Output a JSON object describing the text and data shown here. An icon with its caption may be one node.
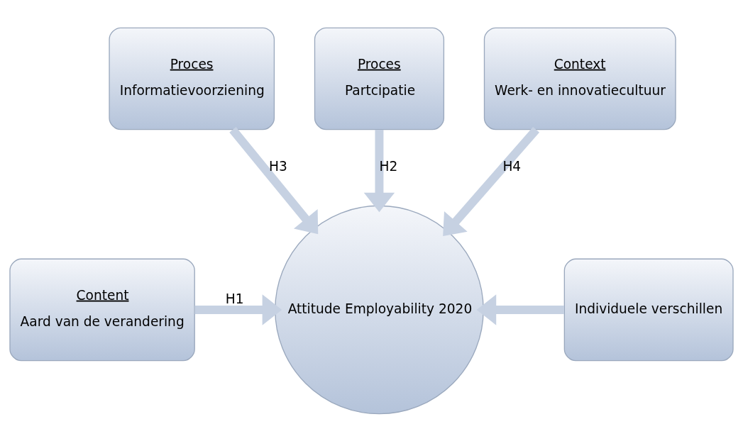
{
  "diagram": {
    "nodes": [
      {
        "text": [
          "Proces",
          "Informatievoorziening"
        ]
      },
      {
        "text": [
          "Proces",
          "Partcipatie"
        ]
      },
      {
        "text": [
          "Context",
          "Werk- en innovatiecultuur"
        ]
      },
      {
        "text": [
          "Content",
          "Aard van de verandering"
        ]
      },
      {
        "text": [
          "Attitude Employability 2020"
        ]
      },
      {
        "text": [
          "Individuele verschillen"
        ]
      }
    ],
    "edges": [
      {
        "from": 3,
        "to": 4,
        "arrow": "to",
        "label": "H1"
      },
      {
        "from": 1,
        "to": 4,
        "arrow": "to",
        "label": "H2"
      },
      {
        "from": 0,
        "to": 4,
        "arrow": "to",
        "label": "H3"
      },
      {
        "from": 2,
        "to": 4,
        "arrow": "to",
        "label": "H4"
      },
      {
        "from": 5,
        "to": 4,
        "arrow": "to"
      }
    ]
  }
}
